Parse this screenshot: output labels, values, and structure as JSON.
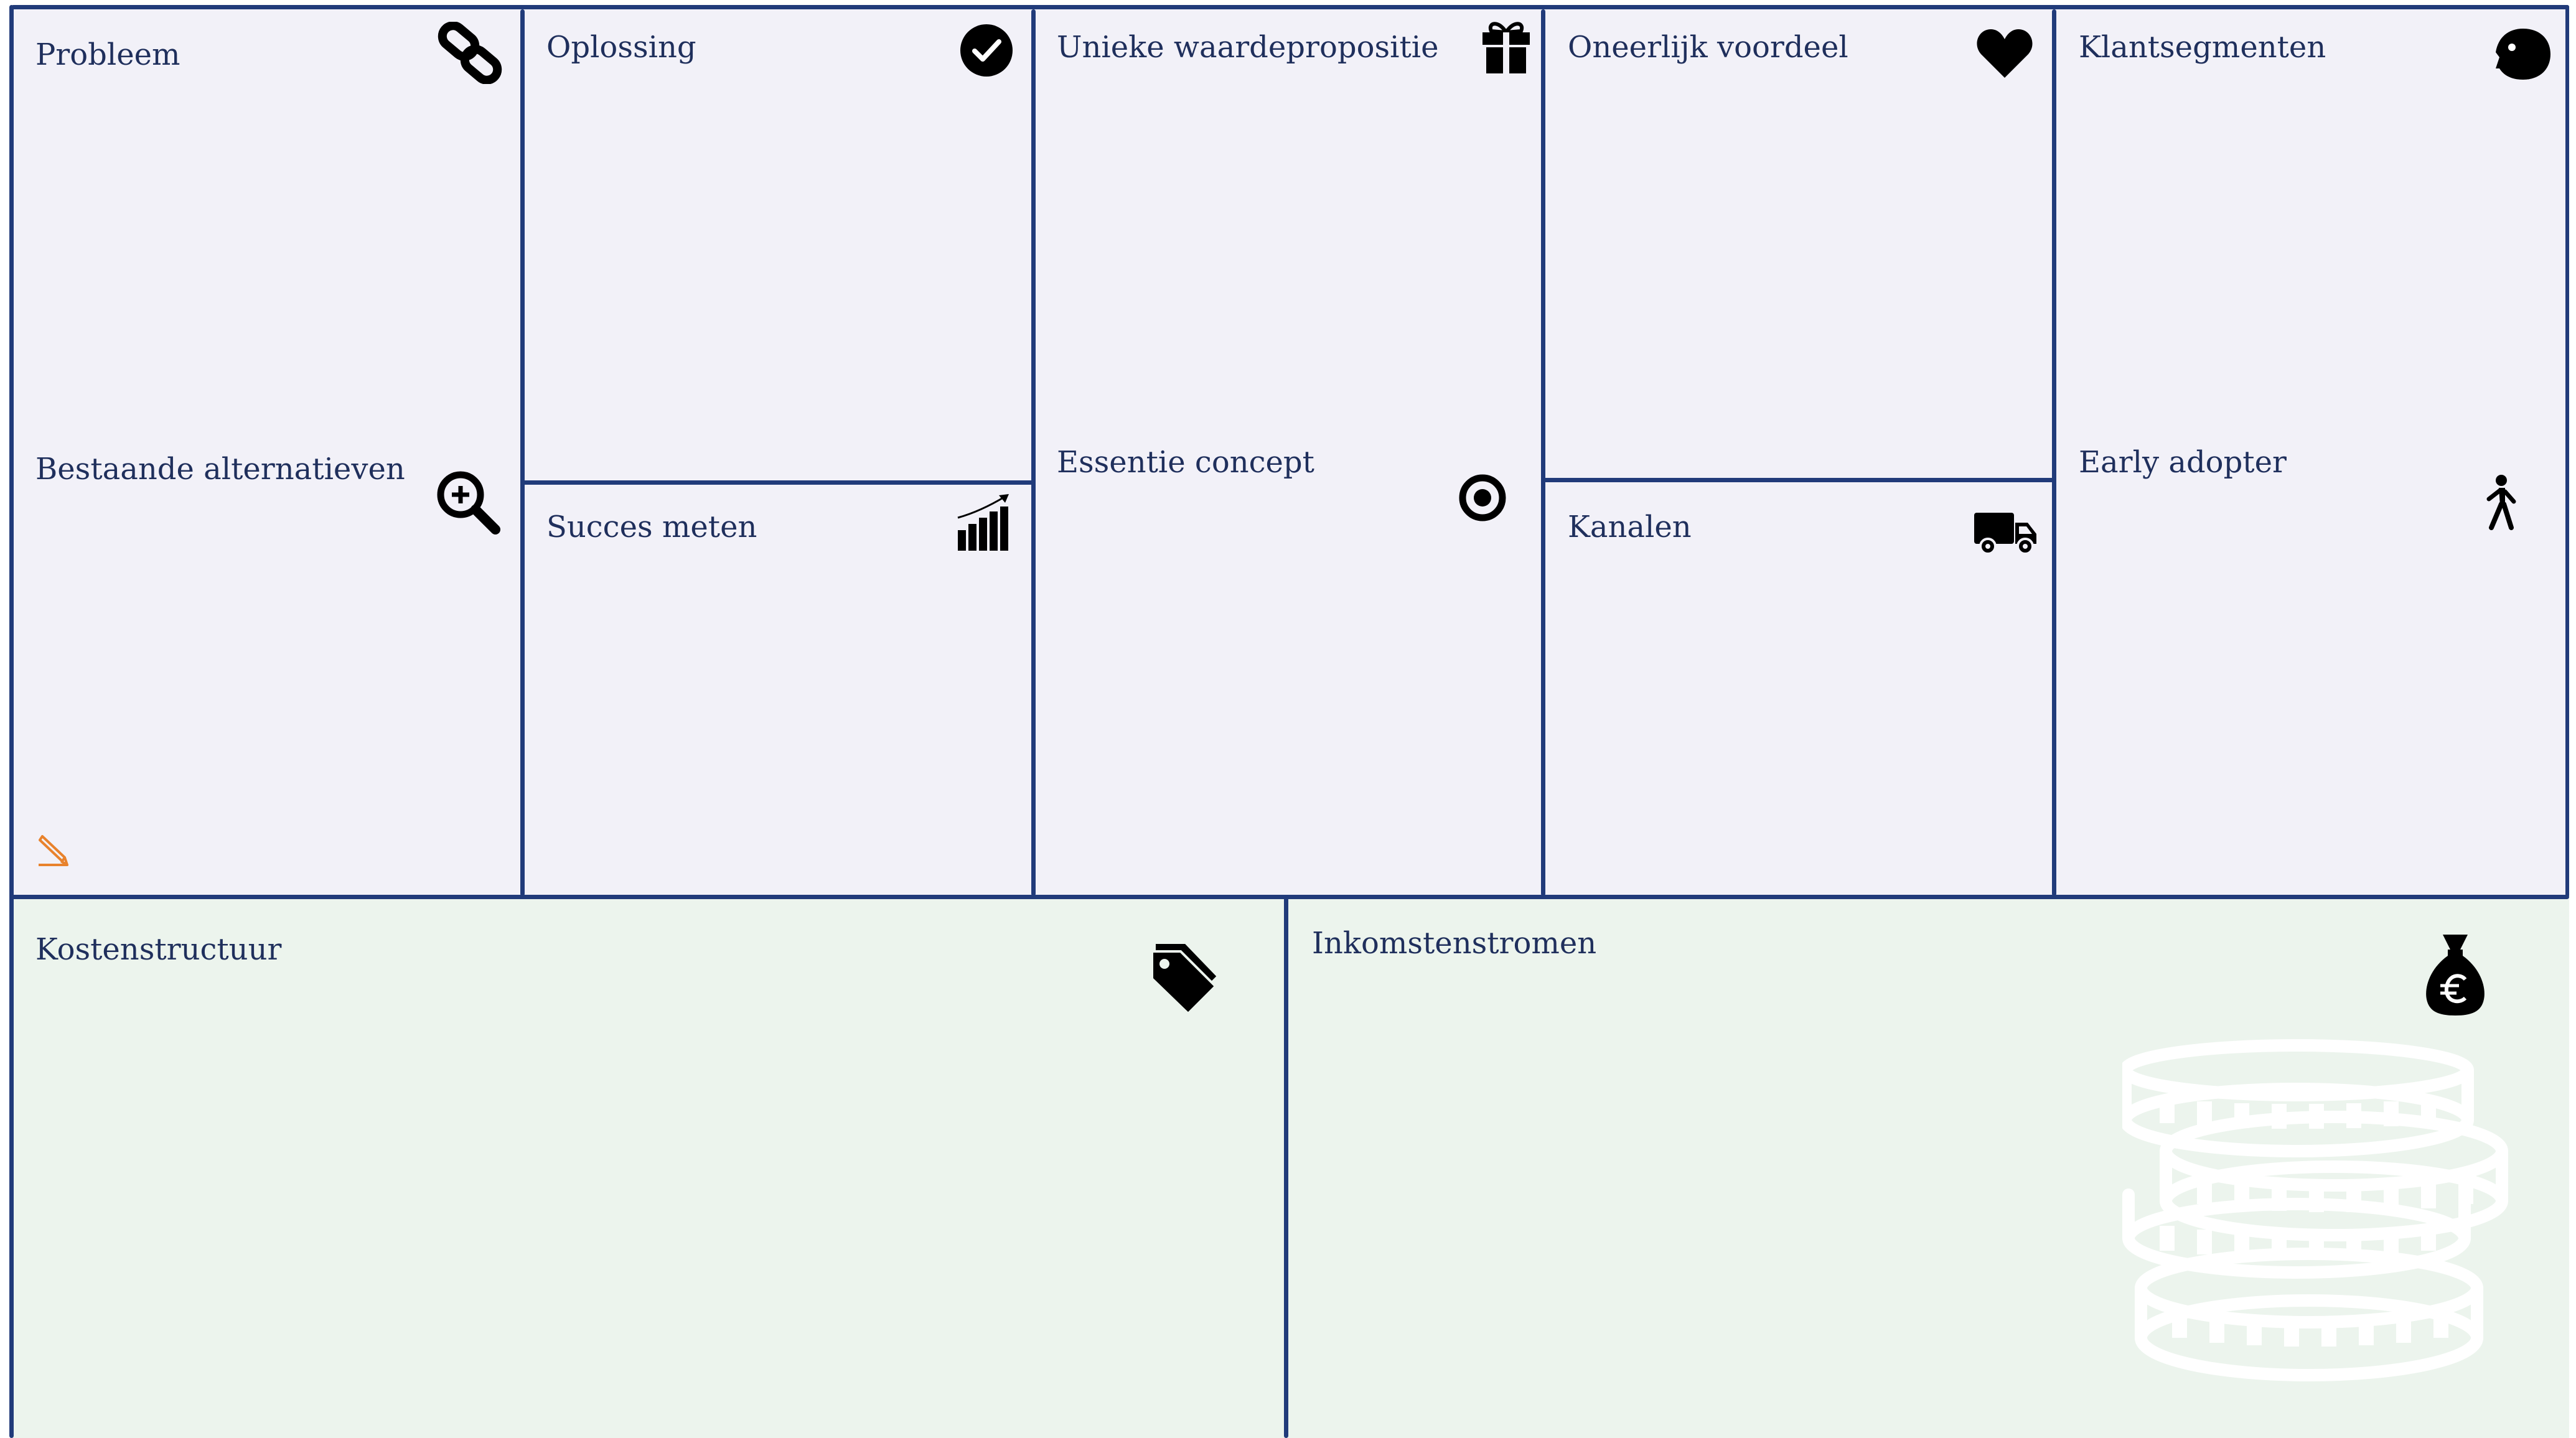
{
  "canvas": {
    "colors": {
      "top_background": "#f2f1f8",
      "bottom_background": "#ecf4ed",
      "line": "#213b7a",
      "text": "#1f2f5c",
      "icon": "#000000",
      "pencil": "#e8822c",
      "coins": "#ffffff"
    },
    "sections": {
      "probleem": {
        "title": "Probleem",
        "icon": "link-icon"
      },
      "bestaande_alternatieven": {
        "title": "Bestaande alternatieven",
        "icon": "zoom-in-icon"
      },
      "oplossing": {
        "title": "Oplossing",
        "icon": "check-circle-icon"
      },
      "succes_meten": {
        "title": "Succes meten",
        "icon": "growth-chart-icon"
      },
      "unieke_waardepropositie": {
        "title": "Unieke waardepropositie",
        "icon": "gift-icon"
      },
      "essentie_concept": {
        "title": "Essentie concept",
        "icon": "target-icon"
      },
      "oneerlijk_voordeel": {
        "title": "Oneerlijk voordeel",
        "icon": "heart-icon"
      },
      "kanalen": {
        "title": "Kanalen",
        "icon": "truck-icon"
      },
      "klantsegmenten": {
        "title": "Klantsegmenten",
        "icon": "face-icon"
      },
      "early_adopter": {
        "title": "Early adopter",
        "icon": "walking-person-icon"
      },
      "kostenstructuur": {
        "title": "Kostenstructuur",
        "icon": "price-tags-icon"
      },
      "inkomstenstromen": {
        "title": "Inkomstenstromen",
        "icon": "euro-money-bag-icon"
      }
    },
    "decorations": [
      "pencil-icon",
      "coin-stack-illustration"
    ]
  }
}
